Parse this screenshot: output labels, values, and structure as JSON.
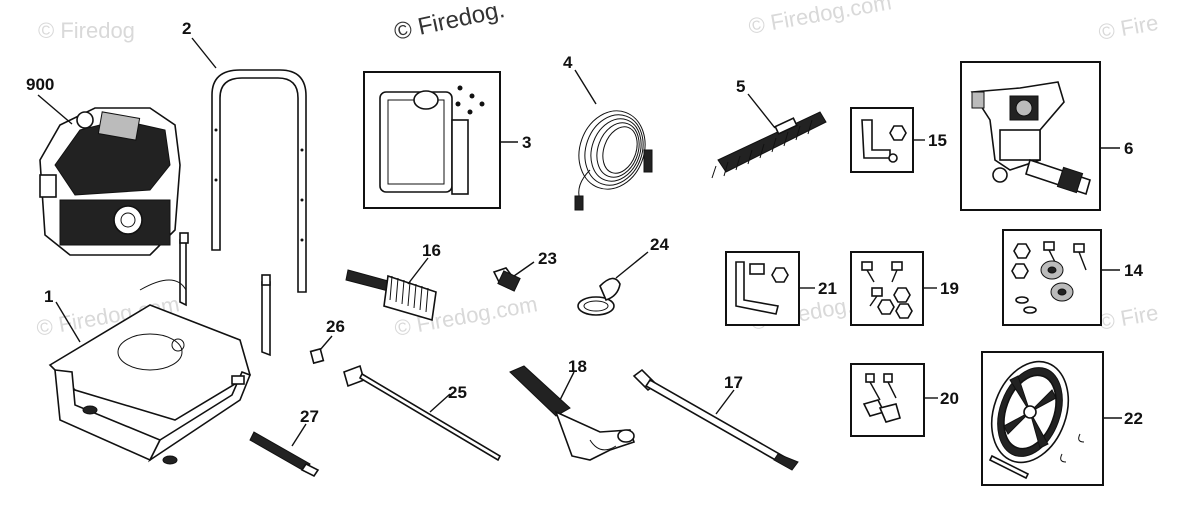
{
  "watermark": {
    "text": "© Firedog.com",
    "corner_fragments": [
      "© Firedog",
      "© Firedog.",
      "© Fire"
    ]
  },
  "callouts": {
    "p900": "900",
    "p1": "1",
    "p2": "2",
    "p3": "3",
    "p4": "4",
    "p5": "5",
    "p6": "6",
    "p14": "14",
    "p15": "15",
    "p16": "16",
    "p17": "17",
    "p18": "18",
    "p19": "19",
    "p20": "20",
    "p21": "21",
    "p22": "22",
    "p23": "23",
    "p24": "24",
    "p25": "25",
    "p26": "26",
    "p27": "27"
  }
}
